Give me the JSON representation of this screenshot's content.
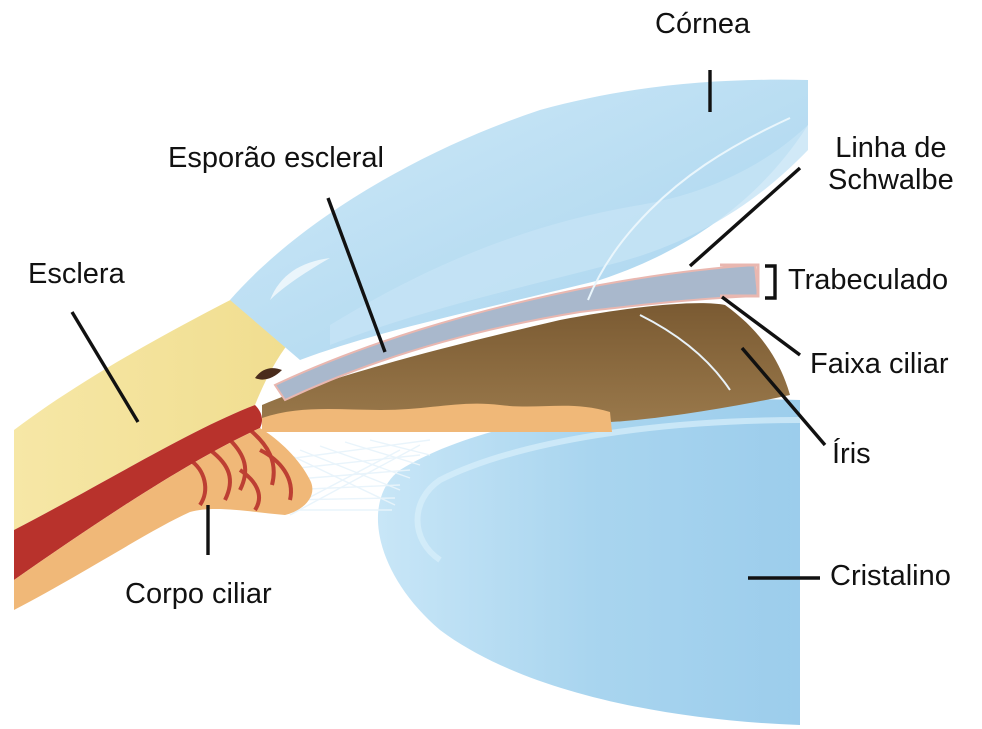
{
  "labels": {
    "cornea": "Córnea",
    "schwalbe_line_1": "Linha de",
    "schwalbe_line_2": "Schwalbe",
    "scleral_spur": "Esporão escleral",
    "sclera": "Esclera",
    "trabecular": "Trabeculado",
    "ciliary_band": "Faixa ciliar",
    "iris": "Íris",
    "ciliary_body": "Corpo ciliar",
    "lens": "Cristalino"
  },
  "colors": {
    "cornea": "#b9def2",
    "sclera": "#f5e49a",
    "ciliary_muscle": "#b8322c",
    "ciliary_tissue": "#f0b878",
    "iris": "#8a6a3e",
    "trabecular": "#a9b8cc",
    "lens": "#a8d4ee",
    "leader_lines": "#111111"
  }
}
